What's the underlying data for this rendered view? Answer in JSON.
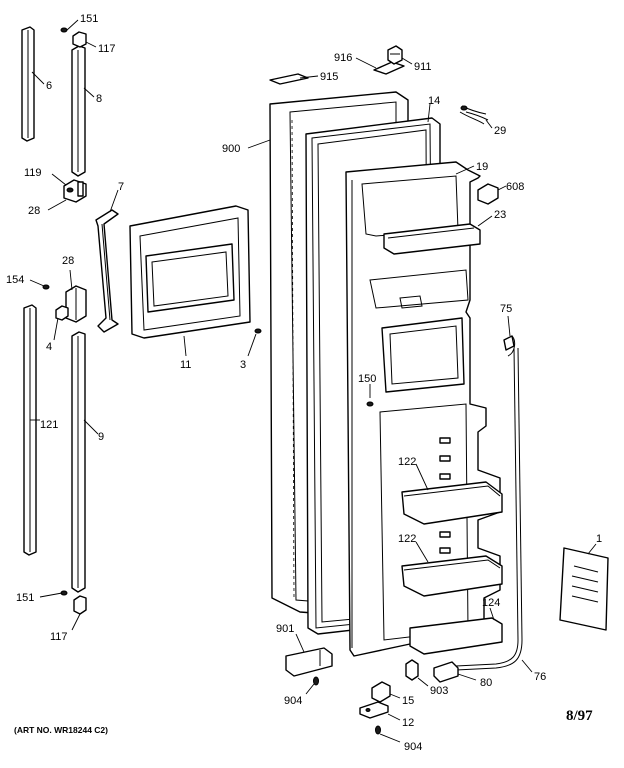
{
  "callouts": {
    "c151_top": "151",
    "c117_top": "117",
    "c6": "6",
    "c8": "8",
    "c119": "119",
    "c28_a": "28",
    "c7": "7",
    "c154": "154",
    "c28_b": "28",
    "c4": "4",
    "c11": "11",
    "c3": "3",
    "c121": "121",
    "c9": "9",
    "c151_bot": "151",
    "c117_bot": "117",
    "c916": "916",
    "c911": "911",
    "c915": "915",
    "c14": "14",
    "c29": "29",
    "c900": "900",
    "c19": "19",
    "c608": "608",
    "c23": "23",
    "c75": "75",
    "c150": "150",
    "c122_a": "122",
    "c122_b": "122",
    "c124": "124",
    "c1": "1",
    "c901": "901",
    "c904_a": "904",
    "c903": "903",
    "c80": "80",
    "c76": "76",
    "c15": "15",
    "c12": "12",
    "c904_b": "904"
  },
  "footer": {
    "art_no": "(ART NO. WR18244 C2)",
    "date_code": "8/97"
  }
}
